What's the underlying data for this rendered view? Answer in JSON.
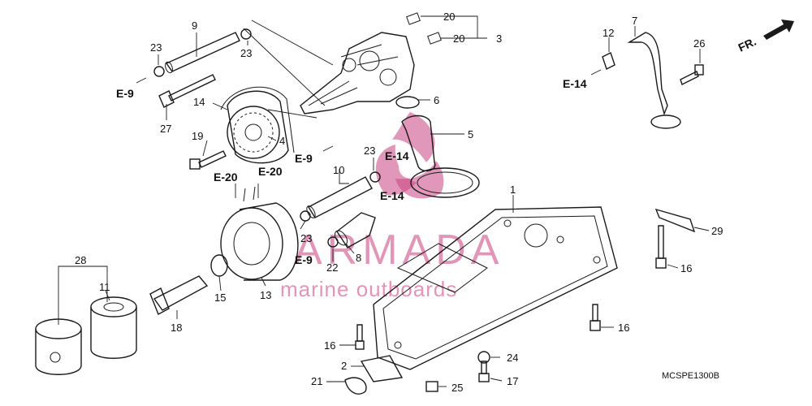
{
  "diagram_code": "MCSPE1300B",
  "orientation_label": "FR.",
  "watermark": {
    "brand": "ARMADA",
    "tagline": "marine outboards",
    "color": "#c9417f"
  },
  "callouts": {
    "c1": "1",
    "c2": "2",
    "c3": "3",
    "c4": "4",
    "c5": "5",
    "c6": "6",
    "c7": "7",
    "c8": "8",
    "c9": "9",
    "c10": "10",
    "c11": "11",
    "c12": "12",
    "c13": "13",
    "c14": "14",
    "c15": "15",
    "c16a": "16",
    "c16b": "16",
    "c16c": "16",
    "c17": "17",
    "c18": "18",
    "c19": "19",
    "c20a": "20",
    "c20b": "20",
    "c21": "21",
    "c22": "22",
    "c23a": "23",
    "c23b": "23",
    "c23c": "23",
    "c23d": "23",
    "c24": "24",
    "c25": "25",
    "c26": "26",
    "c27": "27",
    "c28": "28",
    "c29": "29"
  },
  "references": {
    "r1": "E-9",
    "r2": "E-14",
    "r3": "E-9",
    "r4": "E-20",
    "r5": "E-20",
    "r6": "E-14",
    "r7": "E-14",
    "r8": "E-9"
  }
}
